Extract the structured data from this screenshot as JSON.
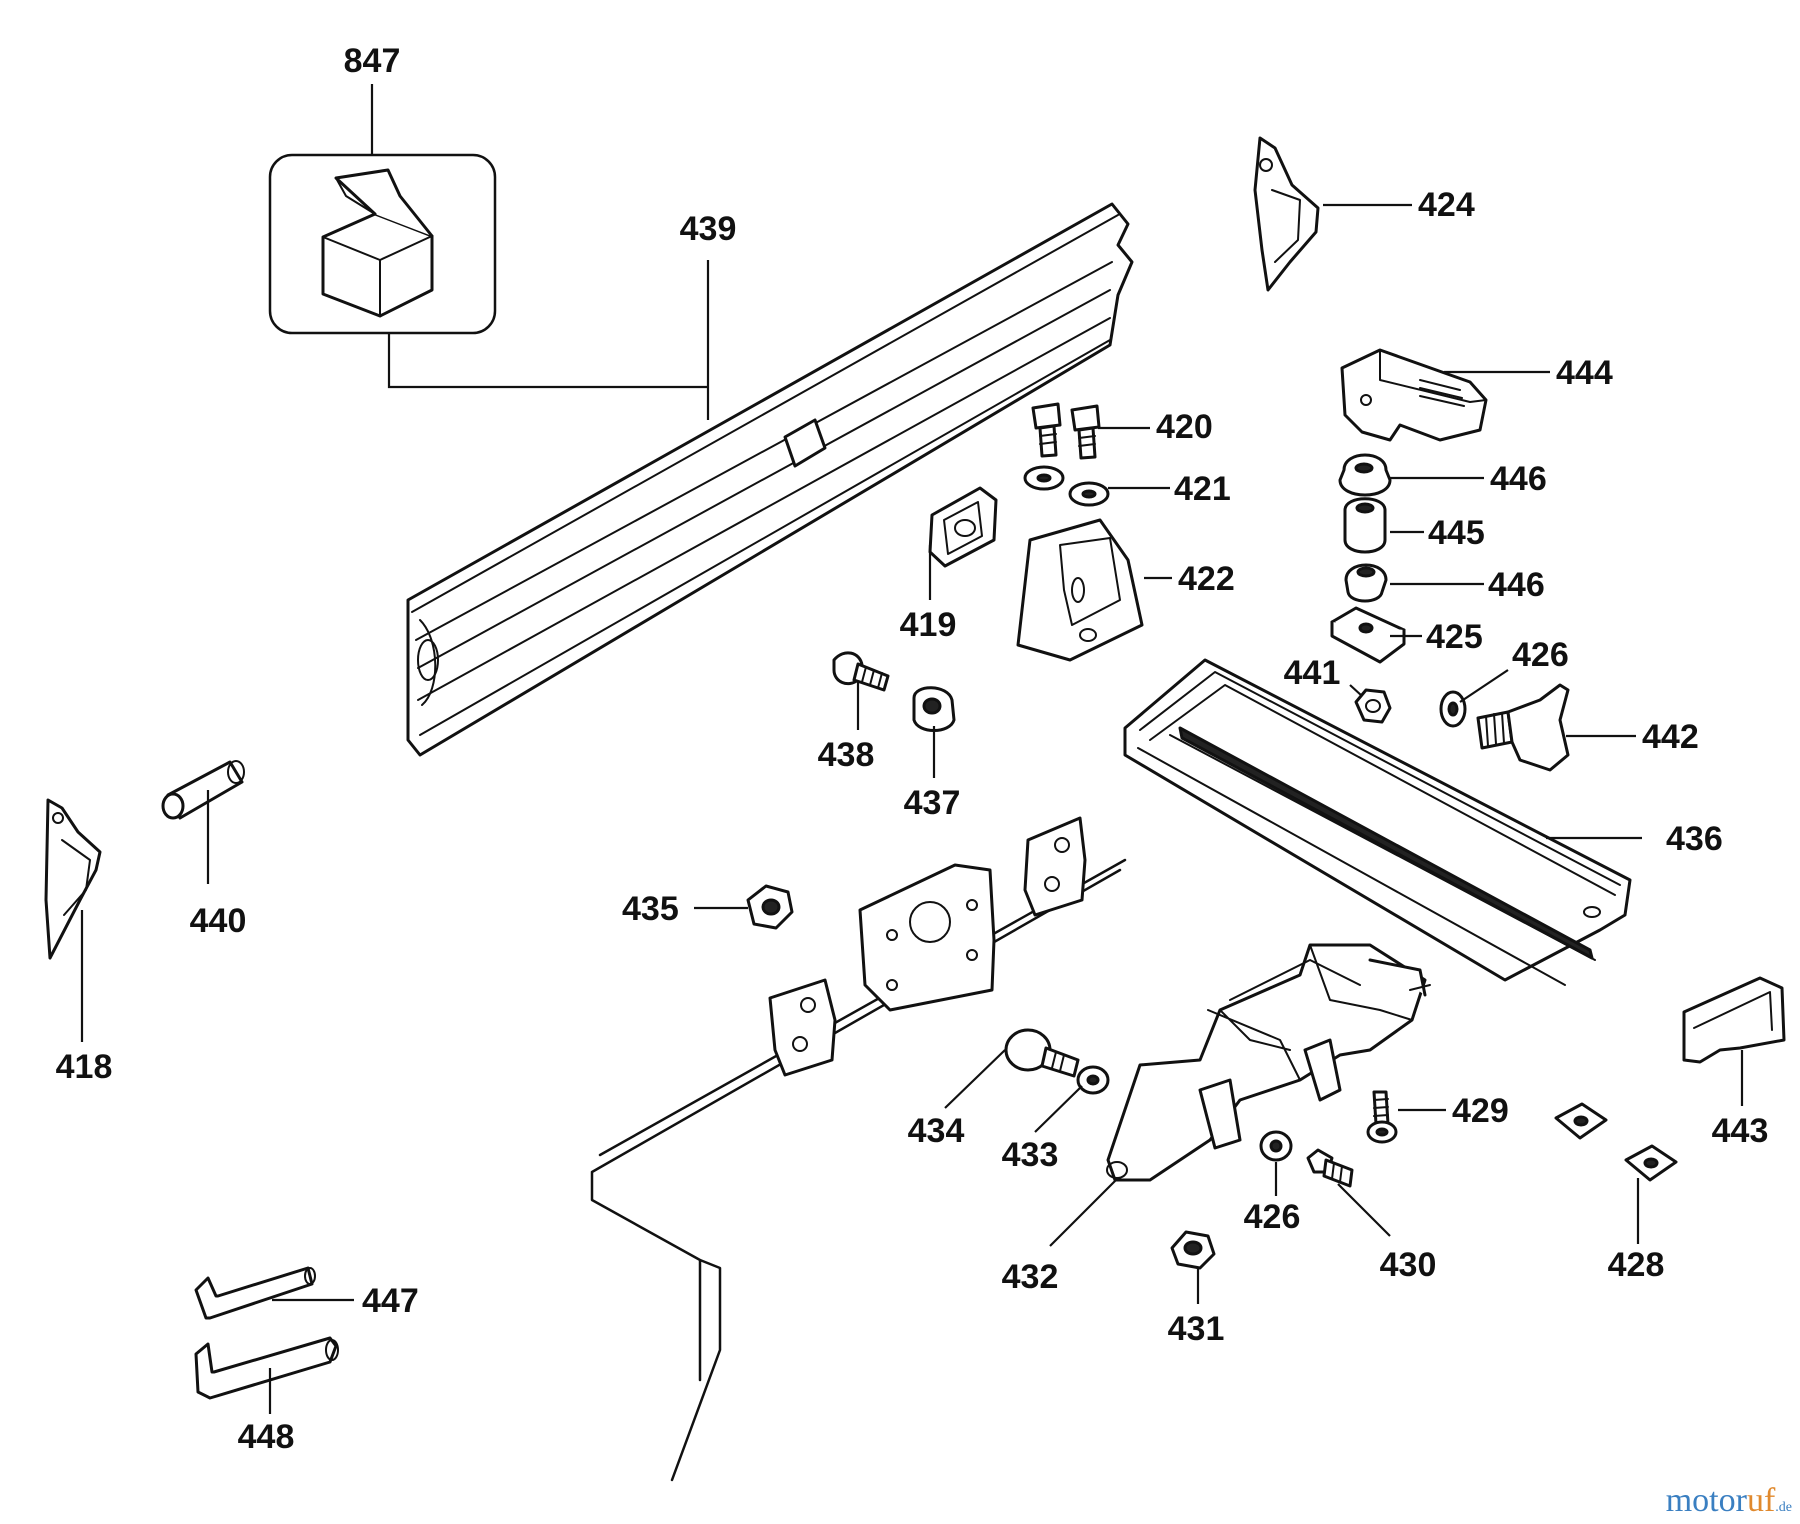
{
  "labels": {
    "p847": "847",
    "p439": "439",
    "p424": "424",
    "p444": "444",
    "p420": "420",
    "p421": "421",
    "p446a": "446",
    "p445": "445",
    "p446b": "446",
    "p422": "422",
    "p419": "419",
    "p425": "425",
    "p426a": "426",
    "p441": "441",
    "p442": "442",
    "p438": "438",
    "p437": "437",
    "p436": "436",
    "p440": "440",
    "p435": "435",
    "p418": "418",
    "p434": "434",
    "p433": "433",
    "p429": "429",
    "p443": "443",
    "p426b": "426",
    "p432": "432",
    "p430": "430",
    "p428": "428",
    "p431": "431",
    "p447": "447",
    "p448": "448"
  },
  "watermark": {
    "brand_a": "motor",
    "brand_b": "uf",
    "tld": ".de"
  },
  "colors": {
    "ink": "#111111",
    "watermark_blue": "#3a7fc1",
    "watermark_orange": "#e0892d"
  }
}
